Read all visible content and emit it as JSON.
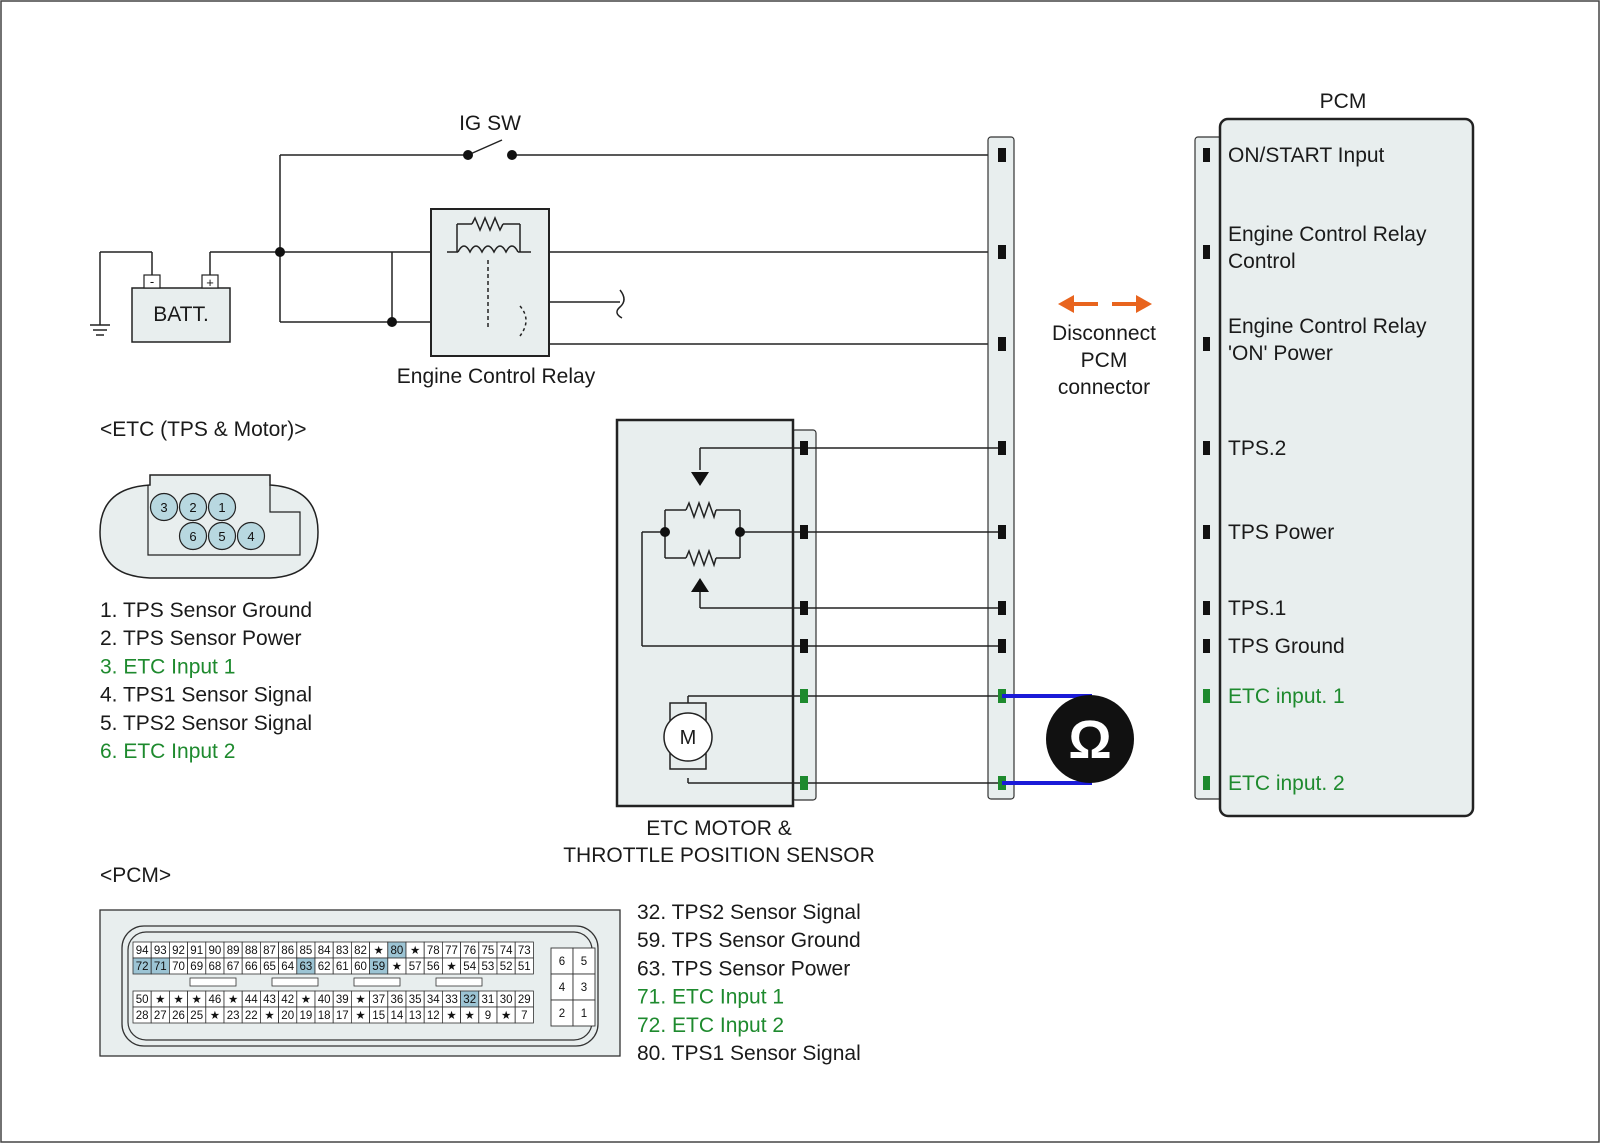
{
  "colors": {
    "wire": "#222222",
    "highlight_wire": "#1a1ad8",
    "green": "#1e8a2e",
    "orange_arrow": "#e8641e",
    "panel_fill": "#e8eeee",
    "connector_pin_fill": "#b8d8e0",
    "pcm_highlight_cell": "#9cc4d4"
  },
  "labels": {
    "ig_sw": "IG SW",
    "batt": "BATT.",
    "batt_minus": "-",
    "batt_plus": "+",
    "relay": "Engine Control Relay",
    "pcm_title": "PCM",
    "etc_title": "<ETC (TPS & Motor)>",
    "motor": "M",
    "etc_box_line1": "ETC MOTOR &",
    "etc_box_line2": "THROTTLE POSITION SENSOR",
    "disconnect_line1": "Disconnect",
    "disconnect_line2": "PCM",
    "disconnect_line3": "connector",
    "pcm_section_title": "<PCM>",
    "ohm_symbol": "Ω"
  },
  "pcm_pins": [
    {
      "text": "ON/START Input",
      "color": "black"
    },
    {
      "text": "Engine Control Relay",
      "text2": "Control",
      "color": "black"
    },
    {
      "text": "Engine Control Relay",
      "text2": "'ON' Power",
      "color": "black"
    },
    {
      "text": "TPS.2",
      "color": "black"
    },
    {
      "text": "TPS Power",
      "color": "black"
    },
    {
      "text": "TPS.1",
      "color": "black"
    },
    {
      "text": "TPS Ground",
      "color": "black"
    },
    {
      "text": "ETC input. 1",
      "color": "green"
    },
    {
      "text": "ETC input. 2",
      "color": "green"
    }
  ],
  "etc_connector_pins": [
    "3",
    "2",
    "1",
    "6",
    "5",
    "4"
  ],
  "etc_pin_list": [
    {
      "text": "1. TPS Sensor Ground",
      "color": "black"
    },
    {
      "text": "2. TPS Sensor Power",
      "color": "black"
    },
    {
      "text": "3. ETC Input 1",
      "color": "green"
    },
    {
      "text": "4. TPS1 Sensor Signal",
      "color": "black"
    },
    {
      "text": "5. TPS2 Sensor Signal",
      "color": "black"
    },
    {
      "text": "6. ETC Input 2",
      "color": "green"
    }
  ],
  "pcm_pin_list": [
    {
      "text": "32. TPS2 Sensor Signal",
      "color": "black"
    },
    {
      "text": "59. TPS Sensor Ground",
      "color": "black"
    },
    {
      "text": "63. TPS Sensor Power",
      "color": "black"
    },
    {
      "text": "71. ETC Input 1",
      "color": "green"
    },
    {
      "text": "72. ETC Input 2",
      "color": "green"
    },
    {
      "text": "80. TPS1 Sensor Signal",
      "color": "black"
    }
  ],
  "pcm_connector": {
    "row1": [
      "94",
      "93",
      "92",
      "91",
      "90",
      "89",
      "88",
      "87",
      "86",
      "85",
      "84",
      "83",
      "82",
      "★",
      "80",
      "★",
      "78",
      "77",
      "76",
      "75",
      "74",
      "73"
    ],
    "row2": [
      "72",
      "71",
      "70",
      "69",
      "68",
      "67",
      "66",
      "65",
      "64",
      "63",
      "62",
      "61",
      "60",
      "59",
      "★",
      "57",
      "56",
      "★",
      "54",
      "53",
      "52",
      "51"
    ],
    "row3": [
      "50",
      "★",
      "★",
      "★",
      "46",
      "★",
      "44",
      "43",
      "42",
      "★",
      "40",
      "39",
      "★",
      "37",
      "36",
      "35",
      "34",
      "33",
      "32",
      "31",
      "30",
      "29"
    ],
    "row4": [
      "28",
      "27",
      "26",
      "25",
      "★",
      "23",
      "22",
      "★",
      "20",
      "19",
      "18",
      "17",
      "★",
      "15",
      "14",
      "13",
      "12",
      "★",
      "★",
      "9",
      "★",
      "7"
    ],
    "highlighted": [
      "80",
      "72",
      "71",
      "63",
      "59",
      "32"
    ],
    "small_block": [
      [
        "6",
        "5"
      ],
      [
        "4",
        "3"
      ],
      [
        "2",
        "1"
      ]
    ]
  }
}
